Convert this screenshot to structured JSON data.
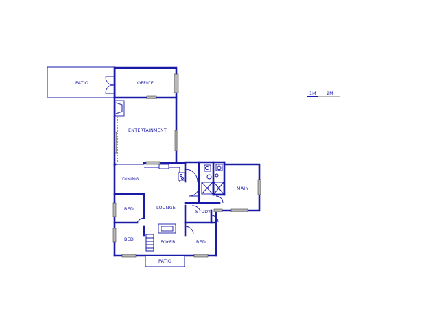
{
  "rooms": {
    "patio_top": "PATIO",
    "office": "OFFICE",
    "entertainment": "ENTERTAINMENT",
    "dining": "DINING",
    "main": "MAIN",
    "bed_left_upper": "BED",
    "lounge": "LOUNGE",
    "study": "STUDY",
    "bed_left_lower": "BED",
    "foyer": "FOYER",
    "bed_right": "BED",
    "patio_bottom": "PATIO"
  },
  "scale": {
    "label_1": "1M",
    "label_2": "2M"
  },
  "colors": {
    "wall": "#1a1aa8",
    "window": "#b9b9b9",
    "background": "#ffffff"
  }
}
